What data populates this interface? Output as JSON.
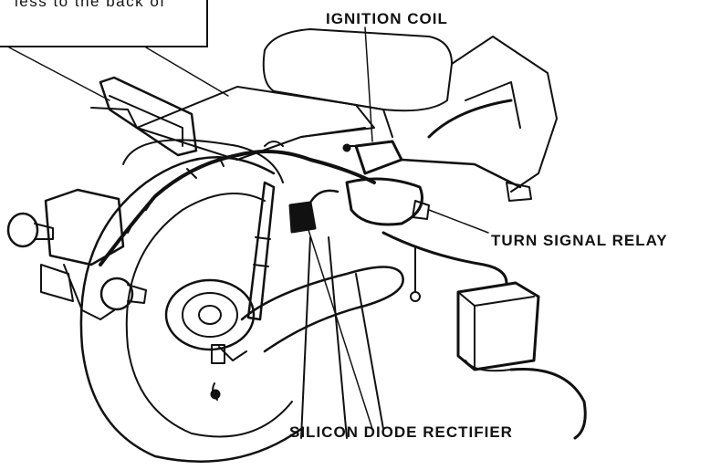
{
  "note": {
    "text": "less to the back of"
  },
  "labels": {
    "ignition_coil": "IGNITION COIL",
    "turn_signal_relay": "TURN SIGNAL RELAY",
    "silicon_diode_rectifier": "SILICON DIODE RECTIFIER"
  }
}
